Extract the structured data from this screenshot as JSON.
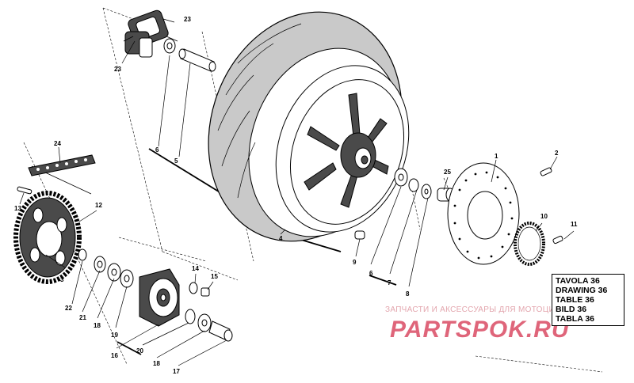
{
  "diagram": {
    "title_box": [
      "TAVOLA 36",
      "DRAWING 36",
      "TABLE 36",
      "BILD 36",
      "TABLA 36"
    ],
    "callouts": [
      "1",
      "2",
      "3",
      "4",
      "5",
      "6",
      "6",
      "7",
      "8",
      "9",
      "10",
      "11",
      "12",
      "13",
      "14",
      "15",
      "16",
      "17",
      "18",
      "18",
      "19",
      "20",
      "21",
      "22",
      "23",
      "23",
      "24",
      "25"
    ]
  },
  "watermark": {
    "subtitle": "ЗАПЧАСТИ И АКСЕССУАРЫ ДЛЯ МОТОЦИКЛИКИ",
    "brand": "PARTSPOK.RU"
  },
  "colors": {
    "ink": "#000000",
    "tire_fill": "#c9c9c9",
    "hub_dark": "#4a4a4a",
    "watermark": "#d63a54"
  }
}
